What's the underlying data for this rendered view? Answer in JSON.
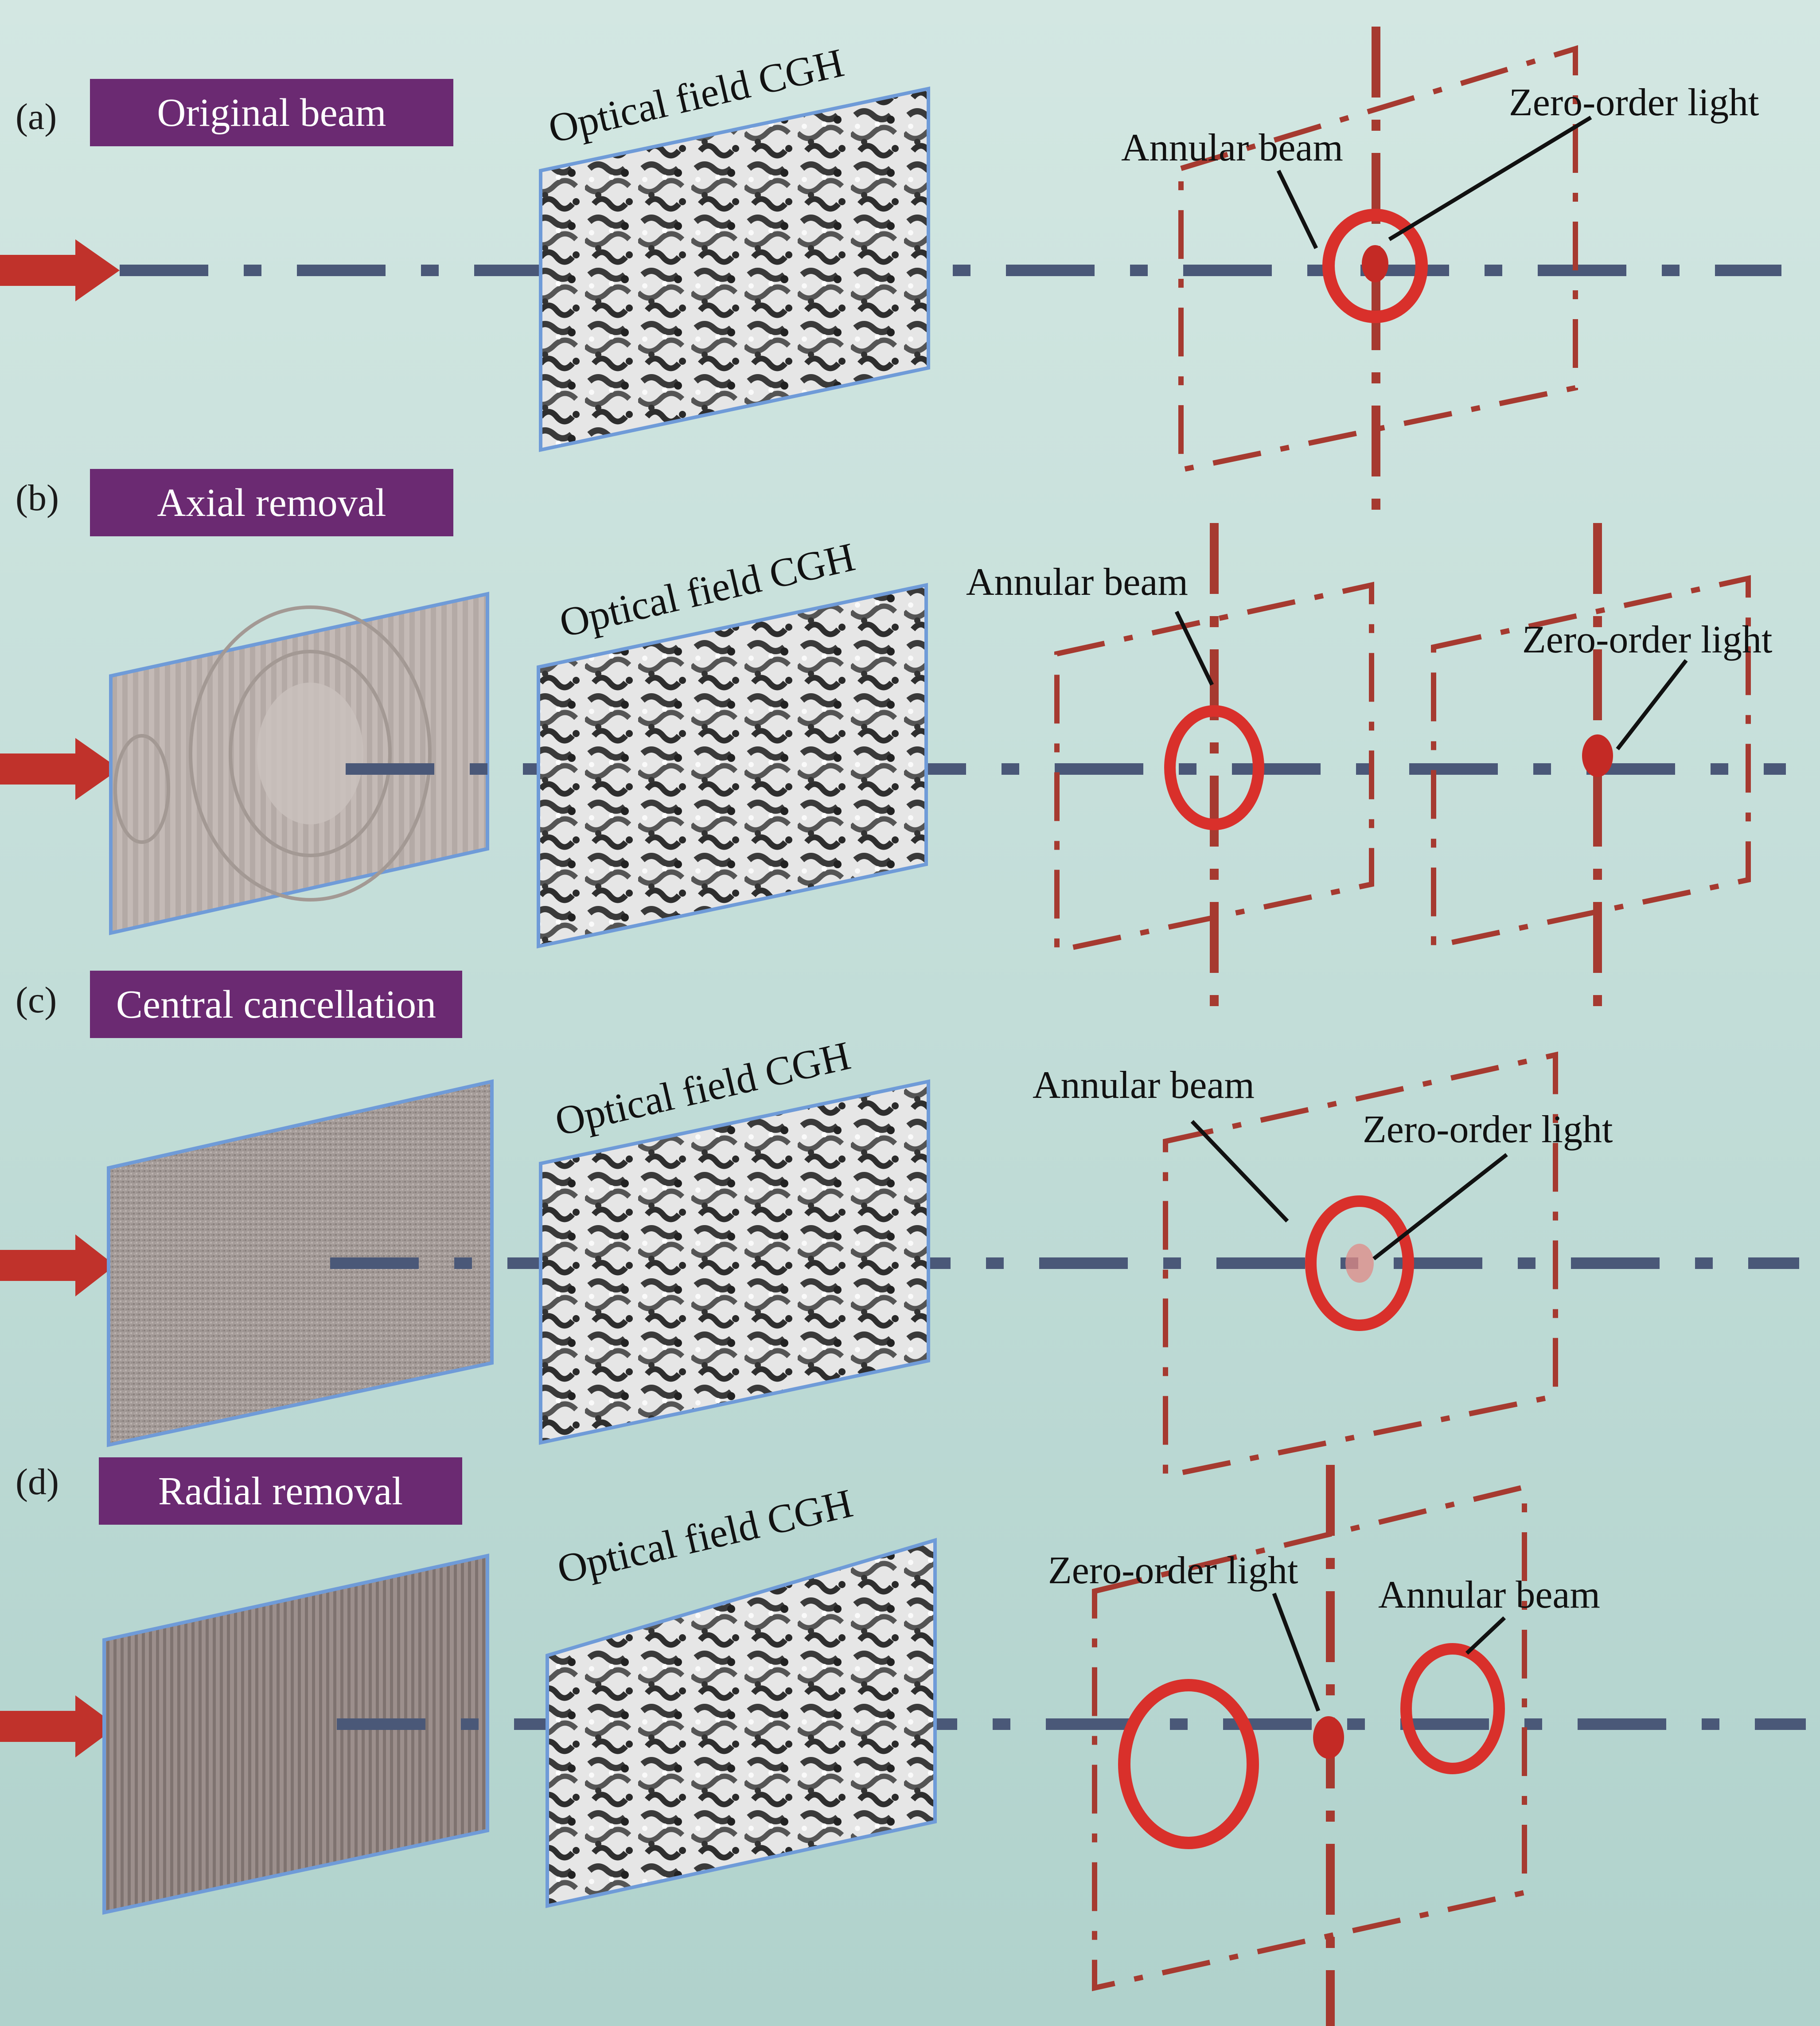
{
  "panels": [
    {
      "id": "a",
      "tag": "(a)",
      "title": "Original beam",
      "cgh_label": "Optical field CGH",
      "annotations": [
        "Annular beam",
        "Zero-order light"
      ]
    },
    {
      "id": "b",
      "tag": "(b)",
      "title": "Axial removal",
      "cgh_label": "Optical field CGH",
      "annotations": [
        "Annular beam",
        "Zero-order light"
      ]
    },
    {
      "id": "c",
      "tag": "(c)",
      "title": "Central cancellation",
      "cgh_label": "Optical field CGH",
      "annotations": [
        "Annular beam",
        "Zero-order light"
      ]
    },
    {
      "id": "d",
      "tag": "(d)",
      "title": "Radial removal",
      "cgh_label": "Optical field CGH",
      "annotations": [
        "Zero-order light",
        "Annular beam"
      ]
    }
  ],
  "colors": {
    "banner": "#6b2a72",
    "arrow": "#c0322b",
    "axis": "#4a5878",
    "plane_outline": "#a63a30",
    "beam_ring": "#d9302b",
    "hologram_border": "#6f9bd8"
  }
}
